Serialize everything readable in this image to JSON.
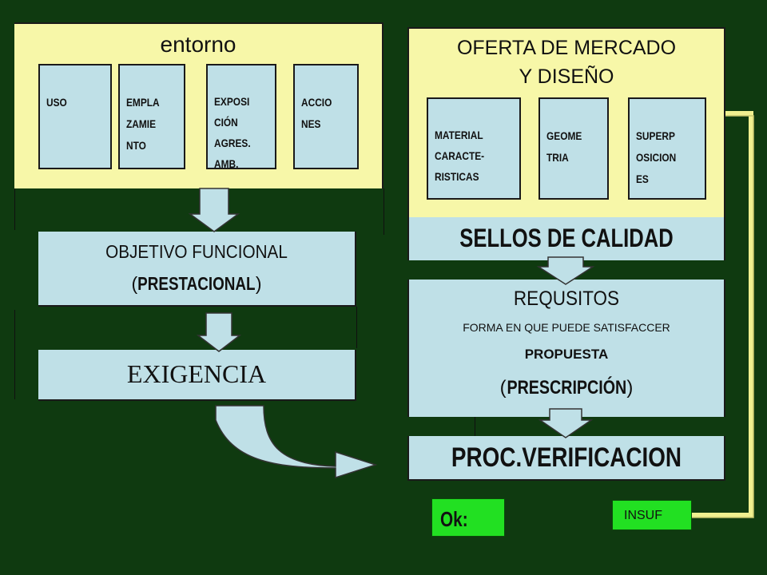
{
  "left": {
    "entorno": {
      "title": "entorno",
      "boxes": [
        {
          "text": "USO"
        },
        {
          "text": "EMPLA\nZAMIE\nNTO"
        },
        {
          "text": "EXPOSI\nCIÓN\nAGRES.\nAMB."
        },
        {
          "text": "ACCIO\nNES"
        }
      ]
    },
    "objetivo": {
      "line1": "OBJETIVO FUNCIONAL",
      "paren_open": "(",
      "strong": "PRESTACIONAL",
      "paren_close": ")"
    },
    "exigencia": "EXIGENCIA"
  },
  "right": {
    "oferta": {
      "title_line1": "OFERTA DE MERCADO",
      "title_line2": "Y DISEÑO",
      "boxes": [
        {
          "text": "MATERIAL\nCARACTE-\nRISTICAS"
        },
        {
          "text": "GEOME\nTRIA"
        },
        {
          "text": "SUPERP\nOSICION\nES"
        }
      ]
    },
    "sellos": "SELLOS DE CALIDAD",
    "requisitos": {
      "title": "REQUSITOS",
      "subtitle": "FORMA EN QUE PUEDE SATISFACCER",
      "propuesta": "PROPUESTA",
      "paren_open": "(",
      "strong": "PRESCRIPCIÓN",
      "paren_close": ")"
    },
    "proc": "PROC.VERIFICACION"
  },
  "results": {
    "ok": "Ok:",
    "insuf": "INSUF"
  },
  "colors": {
    "background": "#0f3a10",
    "panel_yellow": "#f7f7a8",
    "box_blue": "#bfe0e7",
    "result_green": "#22e022",
    "arrow_fill": "#bfe0e7"
  }
}
